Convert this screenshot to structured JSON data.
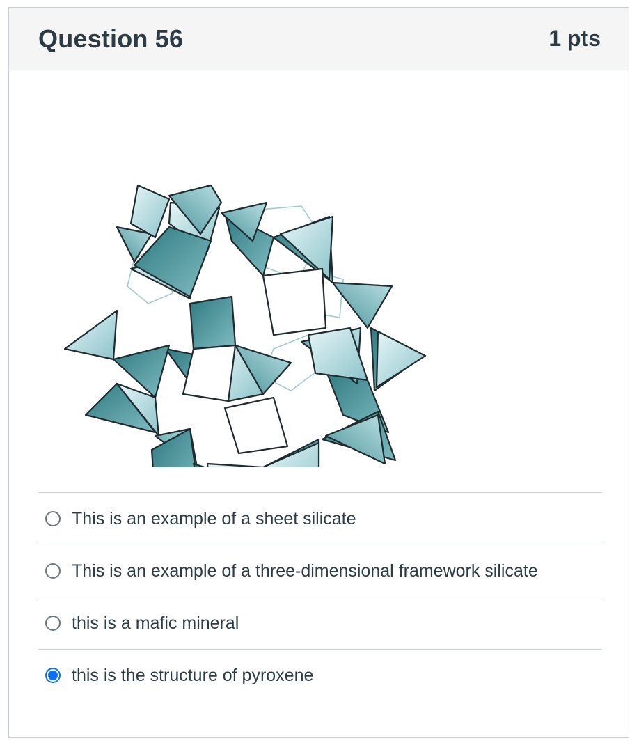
{
  "question": {
    "title": "Question 56",
    "points": "1 pts",
    "figure": {
      "icon": "silicate-tetrahedra-framework-structure",
      "colors": {
        "tetra_dark": "#3f8a8f",
        "tetra_mid": "#7fb9bf",
        "tetra_light": "#d5ecef",
        "outline": "#1f2b2e"
      }
    },
    "answers": [
      {
        "label": "This is an example of a sheet silicate",
        "selected": false
      },
      {
        "label": "This is an example of a three-dimensional framework silicate",
        "selected": false
      },
      {
        "label": "this is a mafic mineral",
        "selected": false
      },
      {
        "label": "this is the structure of pyroxene",
        "selected": true
      }
    ],
    "accent_color": "#0b70ff"
  }
}
